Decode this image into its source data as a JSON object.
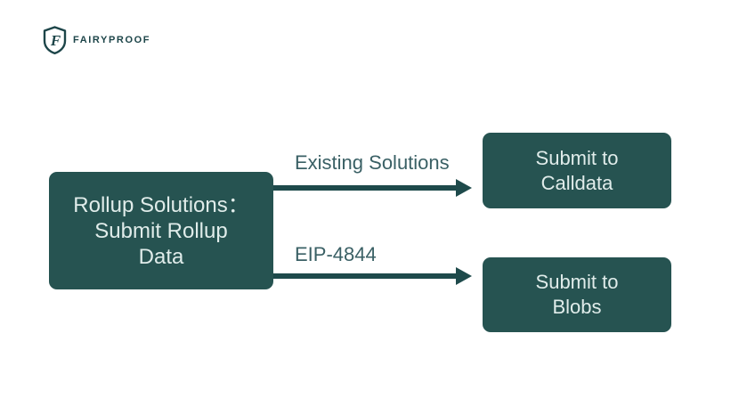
{
  "logo": {
    "brand": "FAIRYPROOF",
    "icon": "fairyproof-shield-icon",
    "color": "#1d4549"
  },
  "diagram": {
    "colors": {
      "node_background": "#265351",
      "node_text": "#e0ecea",
      "arrow": "#1e4a4b",
      "edge_label_text": "#3a6065",
      "page_background": "#ffffff"
    },
    "nodes": [
      {
        "id": "rollup-solutions",
        "lines": [
          "Rollup Solutions：",
          "Submit Rollup",
          "Data"
        ]
      },
      {
        "id": "submit-to-calldata",
        "lines": [
          "Submit to",
          "Calldata"
        ]
      },
      {
        "id": "submit-to-blobs",
        "lines": [
          "Submit to",
          "Blobs"
        ]
      }
    ],
    "edges": [
      {
        "from": "rollup-solutions",
        "to": "submit-to-calldata",
        "label": "Existing Solutions"
      },
      {
        "from": "rollup-solutions",
        "to": "submit-to-blobs",
        "label": "EIP-4844"
      }
    ]
  }
}
